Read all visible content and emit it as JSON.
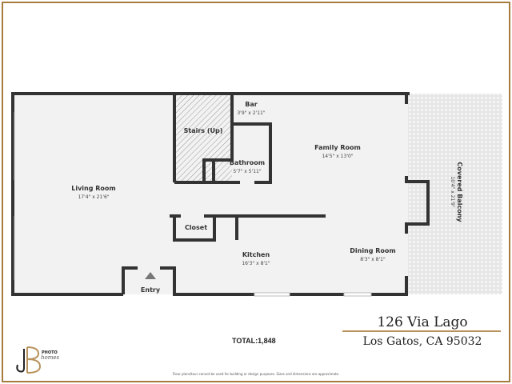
{
  "rooms": {
    "living": {
      "name": "Living Room",
      "dims": "17'4\" x 21'6\""
    },
    "stairs": {
      "name": "Stairs (Up)"
    },
    "bar": {
      "name": "Bar",
      "dims": "3'9\" x 2'11\""
    },
    "bathroom": {
      "name": "Bathroom",
      "dims": "5'7\" x 5'11\""
    },
    "family": {
      "name": "Family Room",
      "dims": "14'5\" x 13'0\""
    },
    "balcony": {
      "name": "Covered Balcony",
      "dims": "10'4\" x 21'9\""
    },
    "closet": {
      "name": "Closet"
    },
    "kitchen": {
      "name": "Kitchen",
      "dims": "16'3\" x 8'1\""
    },
    "dining": {
      "name": "Dining Room",
      "dims": "8'3\" x 8'1\""
    },
    "entry": {
      "name": "Entry"
    }
  },
  "footer": {
    "total": "TOTAL:1,848",
    "address_line1": "126 Via Lago",
    "address_line2": "Los Gatos, CA 95032",
    "disclaimer": "Floor plans/tour cannot be used for building or design purposes. Sizes and dimensions are approximate.",
    "logo_text": "JB PHOTO homes"
  },
  "colors": {
    "frame": "#a67c3d",
    "wall": "#333333",
    "floor": "#f2f2f2"
  }
}
